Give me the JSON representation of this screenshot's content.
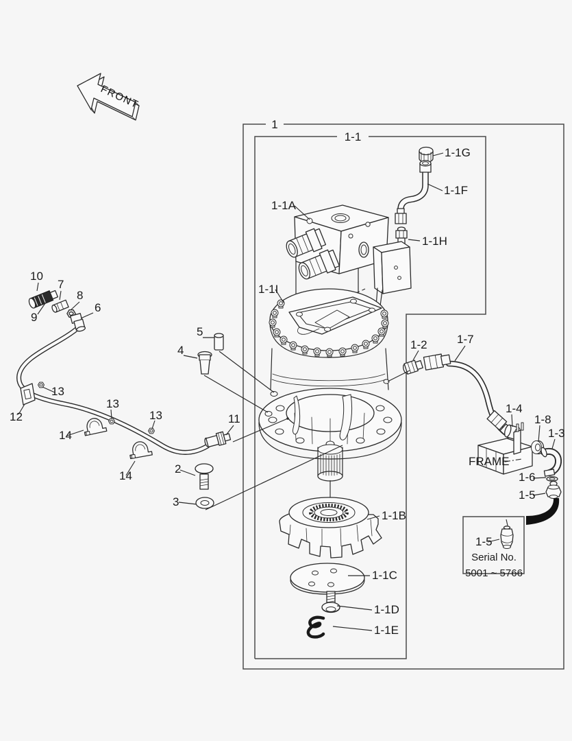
{
  "front_arrow": {
    "label": "FRONT"
  },
  "boxes": {
    "outer_label": "1",
    "inner_label": "1-1"
  },
  "frame": {
    "label": "FRAME"
  },
  "serial_box": {
    "part_label": "1-5",
    "title": "Serial No.",
    "range": "5001 ~ 5766"
  },
  "callouts": {
    "p1_1A": "1-1A",
    "p1_1B": "1-1B",
    "p1_1C": "1-1C",
    "p1_1D": "1-1D",
    "p1_1E": "1-1E",
    "p1_1F": "1-1F",
    "p1_1G": "1-1G",
    "p1_1H": "1-1H",
    "p1_1I": "1-1I",
    "p1_2": "1-2",
    "p1_3": "1-3",
    "p1_4": "1-4",
    "p1_5": "1-5",
    "p1_6": "1-6",
    "p1_7": "1-7",
    "p1_8": "1-8",
    "n2": "2",
    "n3": "3",
    "n4": "4",
    "n5": "5",
    "n6": "6",
    "n7": "7",
    "n8": "8",
    "n9": "9",
    "n10": "10",
    "n11": "11",
    "n12": "12",
    "n13": "13",
    "n14": "14"
  }
}
